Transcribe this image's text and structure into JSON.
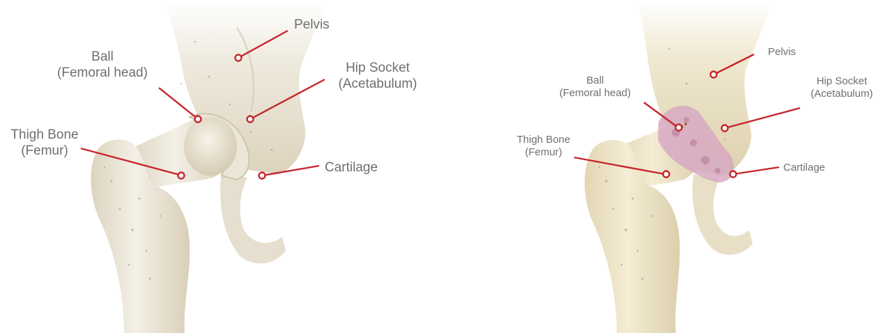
{
  "colors": {
    "bone_light": "#f3efe6",
    "bone_mid": "#e3dcc9",
    "bone_shadow": "#c7bca3",
    "bone_right_light": "#f3ecd6",
    "bone_right_mid": "#e6dbbc",
    "cartilage_healthy": "#ece6d8",
    "cartilage_damaged": "#d7a9c2",
    "leader": "#c5262c",
    "label_text": "#6f6f6f"
  },
  "panels": [
    {
      "id": "healthy",
      "labels": {
        "pelvis": "Pelvis",
        "ball_line1": "Ball",
        "ball_line2": "(Femoral head)",
        "socket_line1": "Hip Socket",
        "socket_line2": "(Acetabulum)",
        "thigh_line1": "Thigh Bone",
        "thigh_line2": "(Femur)",
        "cartilage": "Cartilage"
      }
    },
    {
      "id": "arthritic",
      "labels": {
        "pelvis": "Pelvis",
        "ball_line1": "Ball",
        "ball_line2": "(Femoral head)",
        "socket_line1": "Hip Socket",
        "socket_line2": "(Acetabulum)",
        "thigh_line1": "Thigh Bone",
        "thigh_line2": "(Femur)",
        "cartilage": "Cartilage"
      }
    }
  ]
}
